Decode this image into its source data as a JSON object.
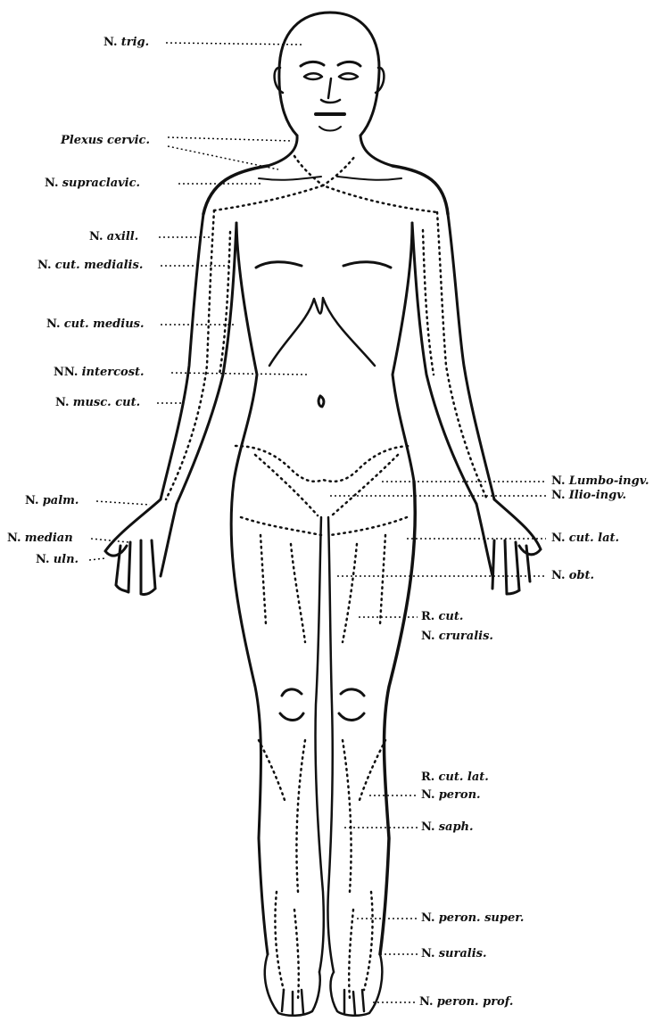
{
  "figure": {
    "ink_color": "#111111",
    "background": "#ffffff",
    "labels_left": [
      {
        "id": "trig",
        "prefix": "N.",
        "term": "trig."
      },
      {
        "id": "plexus_cervic",
        "prefix": "",
        "term": "Plexus cervic."
      },
      {
        "id": "supraclavic",
        "prefix": "N.",
        "term": "supraclavic."
      },
      {
        "id": "axill",
        "prefix": "N.",
        "term": "axill."
      },
      {
        "id": "cut_medialis",
        "prefix": "N.",
        "term": "cut. medialis."
      },
      {
        "id": "cut_medius",
        "prefix": "N.",
        "term": "cut. medius."
      },
      {
        "id": "intercost",
        "prefix": "NN.",
        "term": "intercost."
      },
      {
        "id": "musc_cut",
        "prefix": "N.",
        "term": "musc. cut."
      },
      {
        "id": "palm",
        "prefix": "N.",
        "term": "palm."
      },
      {
        "id": "median",
        "prefix": "N.",
        "term": "median"
      },
      {
        "id": "uln",
        "prefix": "N.",
        "term": "uln."
      }
    ],
    "labels_right": [
      {
        "id": "lumbo_ingv",
        "prefix": "N.",
        "term": "Lumbo-ingv."
      },
      {
        "id": "ilio_ingv",
        "prefix": "N.",
        "term": "Ilio-ingv."
      },
      {
        "id": "cut_lat",
        "prefix": "N.",
        "term": "cut. lat."
      },
      {
        "id": "obt",
        "prefix": "N.",
        "term": "obt."
      },
      {
        "id": "r_cut",
        "prefix": "R.",
        "term": "cut."
      },
      {
        "id": "cruralis",
        "prefix": "N.",
        "term": "cruralis."
      },
      {
        "id": "r_cut_lat",
        "prefix": "R.",
        "term": "cut. lat."
      },
      {
        "id": "peron",
        "prefix": "N.",
        "term": "peron."
      },
      {
        "id": "saph",
        "prefix": "N.",
        "term": "saph."
      },
      {
        "id": "peron_super",
        "prefix": "N.",
        "term": "peron. super."
      },
      {
        "id": "suralis",
        "prefix": "N.",
        "term": "suralis."
      },
      {
        "id": "peron_prof",
        "prefix": "N.",
        "term": "peron. prof."
      }
    ]
  }
}
